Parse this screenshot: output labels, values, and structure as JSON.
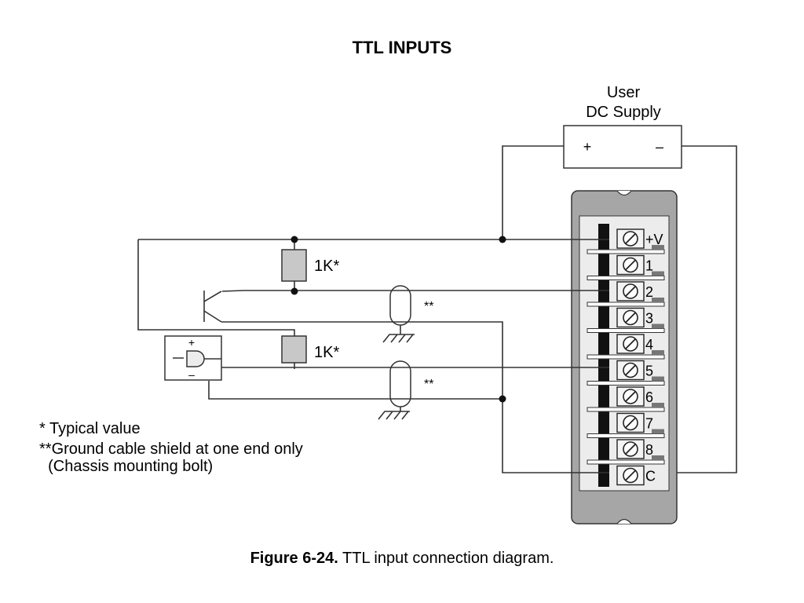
{
  "title": "TTL INPUTS",
  "supply": {
    "label_line1": "User",
    "label_line2": "DC Supply",
    "plus": "+",
    "minus": "–"
  },
  "resistors": [
    {
      "label": "1K*"
    },
    {
      "label": "1K*"
    }
  ],
  "shield_marks": [
    "**",
    "**"
  ],
  "gate": {
    "plus": "+",
    "minus": "–"
  },
  "terminals": [
    {
      "label": "+V"
    },
    {
      "label": "1"
    },
    {
      "label": "2"
    },
    {
      "label": "3"
    },
    {
      "label": "4"
    },
    {
      "label": "5"
    },
    {
      "label": "6"
    },
    {
      "label": "7"
    },
    {
      "label": "8"
    },
    {
      "label": "C"
    }
  ],
  "notes": {
    "typical": "* Typical value",
    "ground_line1": "**Ground cable shield at one end only",
    "ground_line2": "  (Chassis mounting bolt)"
  },
  "caption": {
    "figure": "Figure 6-24.",
    "text": " TTL input connection diagram."
  },
  "colors": {
    "wire": "#333333",
    "module_gray": "#a6a6a6",
    "resistor_fill": "#c8c8c8"
  }
}
